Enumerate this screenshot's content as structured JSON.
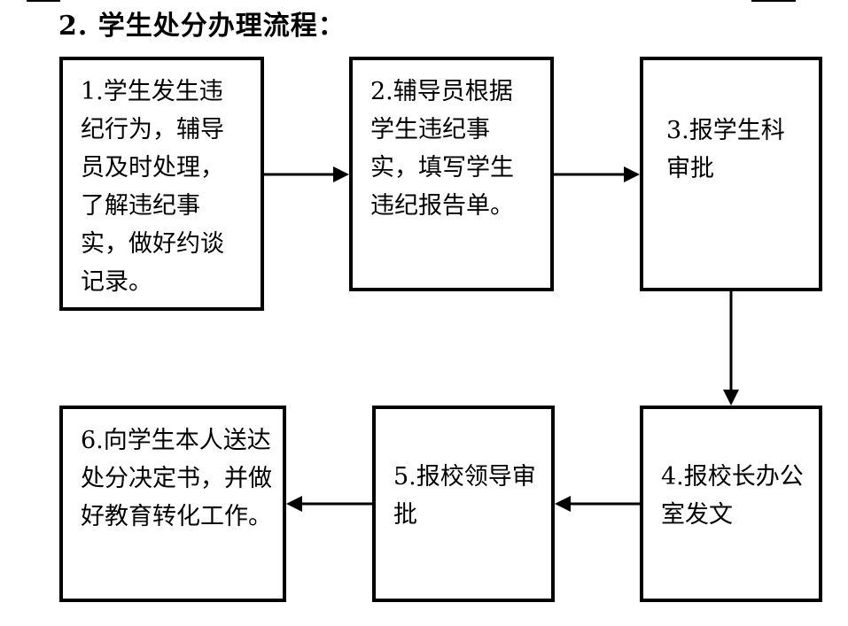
{
  "title": "2.  学生处分办理流程：",
  "steps": [
    {
      "id": 1,
      "text": "1.学生发生违纪行为，辅导员及时处理，了解违纪事实，做好约谈记录。"
    },
    {
      "id": 2,
      "text": "2.辅导员根据学生违纪事实，填写学生违纪报告单。"
    },
    {
      "id": 3,
      "text": "3.报学生科审批"
    },
    {
      "id": 4,
      "text": "4.报校长办公室发文"
    },
    {
      "id": 5,
      "text": "5.报校领导审批"
    },
    {
      "id": 6,
      "text": "6.向学生本人送达处分决定书，并做好教育转化工作。"
    }
  ],
  "flow": [
    [
      1,
      2
    ],
    [
      2,
      3
    ],
    [
      3,
      4
    ],
    [
      4,
      5
    ],
    [
      5,
      6
    ]
  ]
}
